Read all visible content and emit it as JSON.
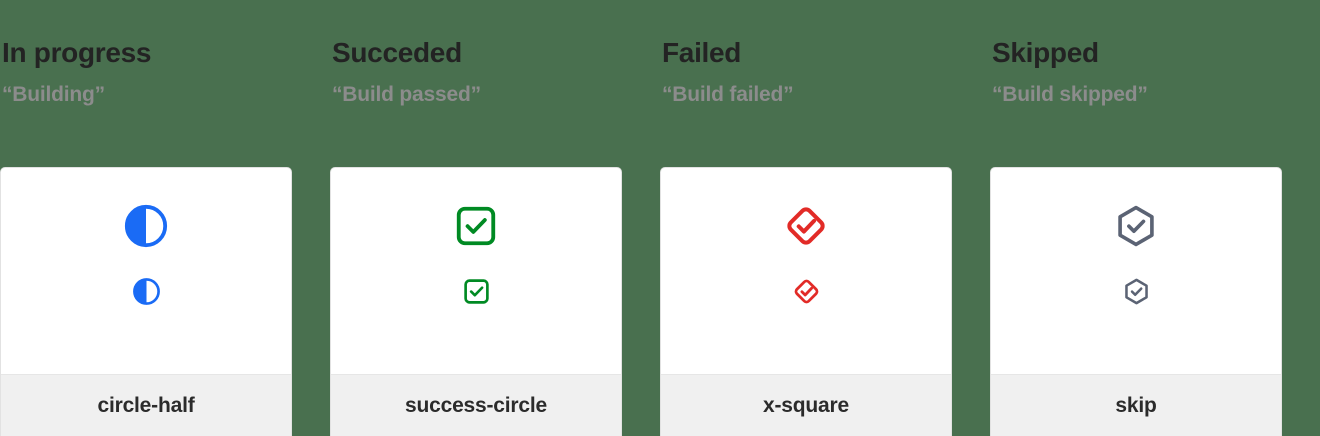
{
  "background_color": "#49704F",
  "columns": [
    {
      "heading": "In progress",
      "subtitle": "“Building”",
      "icon_name": "circle-half",
      "icon_semantic": "circle-half-icon",
      "icon_color": "#1A6BF5"
    },
    {
      "heading": "Succeded",
      "subtitle": "“Build passed”",
      "icon_name": "success-circle",
      "icon_semantic": "success-circle-icon",
      "icon_color": "#008A23"
    },
    {
      "heading": "Failed",
      "subtitle": "“Build failed”",
      "icon_name": "x-square",
      "icon_semantic": "x-square-icon",
      "icon_color": "#E22B27"
    },
    {
      "heading": "Skipped",
      "subtitle": "“Build skipped”",
      "icon_name": "skip",
      "icon_semantic": "skip-icon",
      "icon_color": "#5B6374"
    }
  ]
}
